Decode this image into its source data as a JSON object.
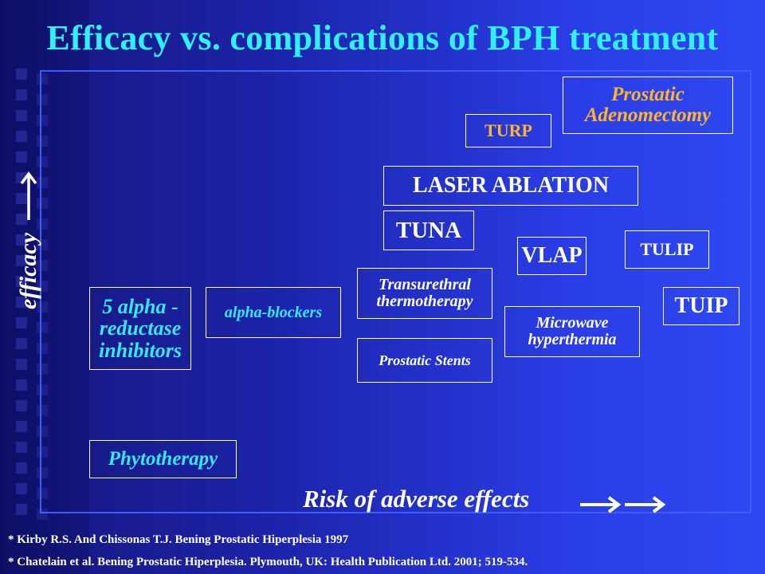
{
  "title": "Efficacy vs. complications of BPH treatment",
  "axes": {
    "y_label": "efficacy",
    "x_label": "Risk of adverse effects",
    "y_arrow_icon": "arrow-up-icon",
    "x_arrow_icon": "arrow-right-icon"
  },
  "treatments": {
    "prostatic_adenomectomy": "Prostatic Adenomectomy",
    "turp": "TURP",
    "laser_ablation": "LASER ABLATION",
    "tuna": "TUNA",
    "vlap": "VLAP",
    "tulip": "TULIP",
    "tuip": "TUIP",
    "transurethral_thermotherapy": "Transurethral thermotherapy",
    "microwave_hyperthermia": "Microwave hyperthermia",
    "prostatic_stents": "Prostatic Stents",
    "five_alpha_reductase_inhibitors": "5 alpha - reductase inhibitors",
    "alpha_blockers": "alpha-blockers",
    "phytotherapy": "Phytotherapy"
  },
  "references": [
    "* Kirby R.S. And Chissonas T.J. Bening Prostatic Hiperplesia 1997",
    "* Chatelain et al. Bening Prostatic Hiperplesia. Plymouth, UK: Health Publication Ltd. 2001; 519-534."
  ],
  "colors": {
    "title": "#2ff0ff",
    "cyan_text": "#36e9ff",
    "orange_text": "#ffb52a",
    "white_text": "#ffffff",
    "frame": "#3b5cff"
  }
}
